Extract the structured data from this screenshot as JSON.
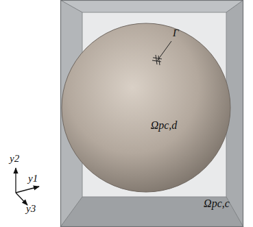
{
  "diagram": {
    "nodes": [
      {
        "text": [
          "Ωpc,c"
        ]
      },
      {
        "text": [
          "Ωpc,d"
        ],
        "in": 0
      }
    ],
    "labels": [
      "Γ",
      "y2",
      "y1",
      "y3"
    ]
  }
}
